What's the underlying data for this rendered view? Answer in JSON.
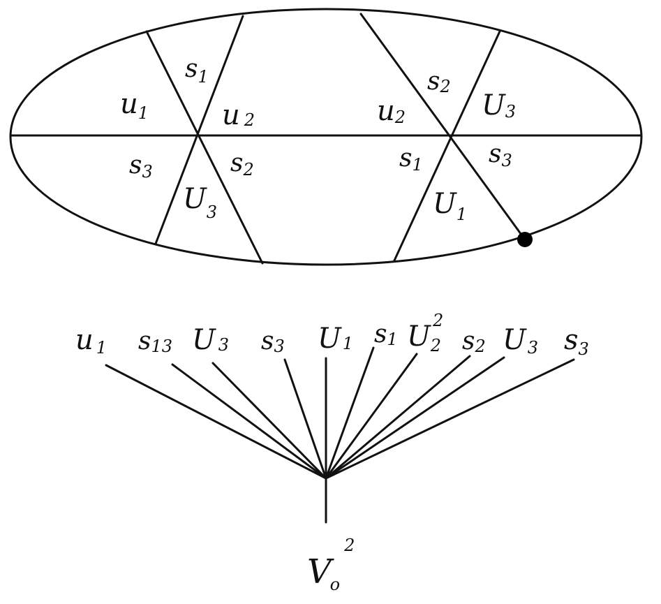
{
  "ellipse_regions": [
    {
      "id": "r1",
      "main": "s",
      "sub": "1"
    },
    {
      "id": "r2",
      "main": "u",
      "sub": "1"
    },
    {
      "id": "r3",
      "main": "u",
      "sub": "2"
    },
    {
      "id": "r4",
      "main": "s",
      "sub": "3"
    },
    {
      "id": "r5",
      "main": "s",
      "sub": "2"
    },
    {
      "id": "r6",
      "main": "U",
      "sub": "3"
    },
    {
      "id": "r7",
      "main": "s",
      "sub": "2"
    },
    {
      "id": "r8",
      "main": "u",
      "sub": "2"
    },
    {
      "id": "r9",
      "main": "U",
      "sub": "3"
    },
    {
      "id": "r10",
      "main": "s",
      "sub": "1"
    },
    {
      "id": "r11",
      "main": "s",
      "sub": "3"
    },
    {
      "id": "r12",
      "main": "U",
      "sub": "1"
    }
  ],
  "tree_leaves": [
    {
      "main": "u",
      "sub": "1",
      "sup": ""
    },
    {
      "main": "s",
      "sub": "13",
      "sup": ""
    },
    {
      "main": "U",
      "sub": "3",
      "sup": ""
    },
    {
      "main": "s",
      "sub": "3",
      "sup": ""
    },
    {
      "main": "U",
      "sub": "1",
      "sup": ""
    },
    {
      "main": "s",
      "sub": "1",
      "sup": ""
    },
    {
      "main": "U",
      "sub": "2",
      "sup": "2"
    },
    {
      "main": "s",
      "sub": "2",
      "sup": ""
    },
    {
      "main": "U",
      "sub": "3",
      "sup": ""
    },
    {
      "main": "s",
      "sub": "3",
      "sup": ""
    }
  ],
  "tree_root": {
    "main": "V",
    "sub": "o",
    "sup": "2"
  },
  "marked_point": {
    "fill": "#000000"
  }
}
